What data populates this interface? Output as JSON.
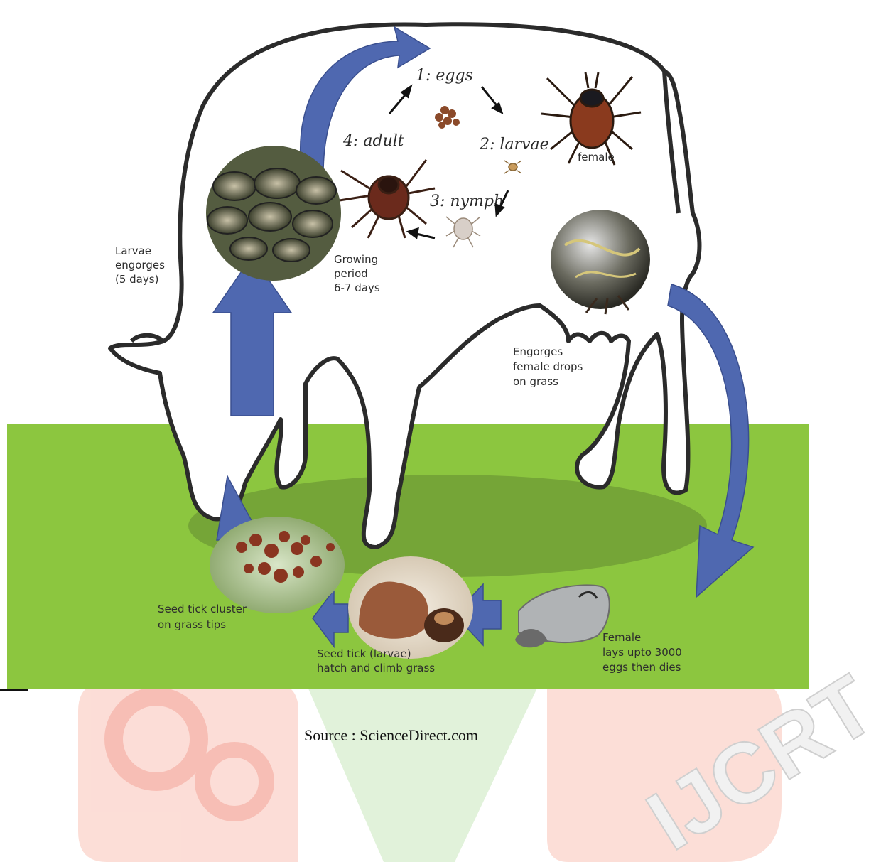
{
  "diagram": {
    "cycle_steps": [
      "1: eggs",
      "2: larvae",
      "3: nymph",
      "4: adult"
    ],
    "labels": {
      "female": "female",
      "growing": [
        "Growing",
        "period",
        "6-7 days"
      ],
      "larvae_engorges": [
        "Larvae",
        "engorges",
        "(5 days)"
      ],
      "engorged_drops": [
        "Engorges",
        "female drops",
        "on grass"
      ],
      "seed_cluster": [
        "Seed tick cluster",
        "on grass tips"
      ],
      "seed_hatch": [
        "Seed tick (larvae)",
        "hatch and climb grass"
      ],
      "female_lays": [
        "Female",
        "lays upto 3000",
        "eggs then dies"
      ]
    },
    "source": "Source : ScienceDirect.com",
    "watermark": "IJCRT"
  },
  "colors": {
    "grass": "#8cc63f",
    "shadow": "#6e9a36",
    "arrow": "#4f68b0",
    "outline": "#2b2b2b",
    "watermark_red": "#fbd0c8",
    "watermark_green": "#d8efd0"
  }
}
